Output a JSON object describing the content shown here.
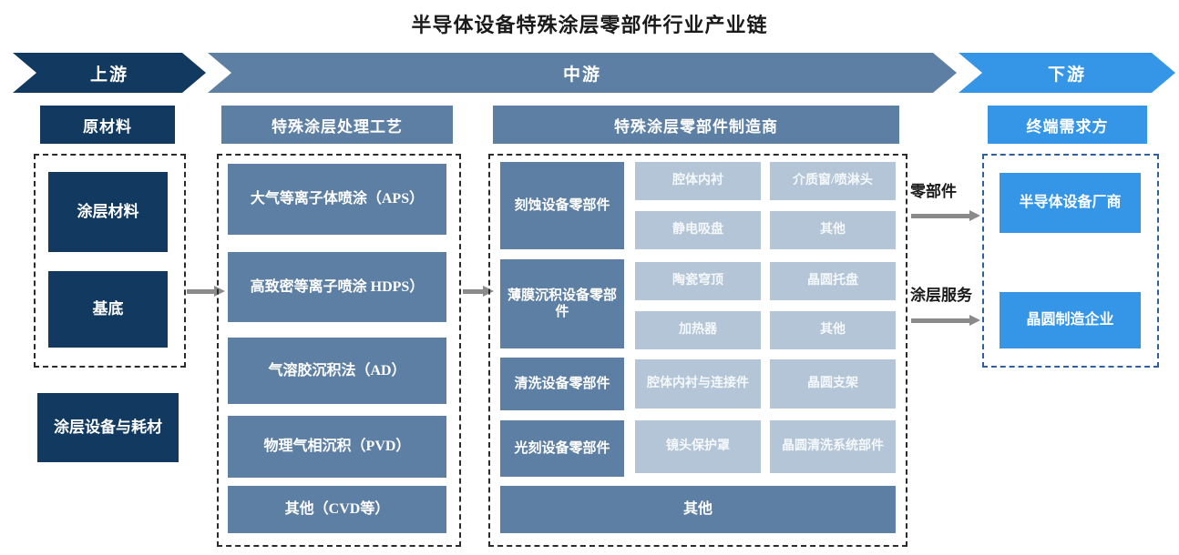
{
  "title": "半导体设备特殊涂层零部件行业产业链",
  "colors": {
    "navy": "#123a60",
    "steel": "#5d7fa3",
    "pale": "#b4c5d7",
    "sky": "#3596e8",
    "arrow_gray": "#8a8a8a",
    "dash_black": "#2b2b2b",
    "dash_blue": "#2f5f9e",
    "background": "#ffffff"
  },
  "bands": [
    {
      "label": "上游",
      "tone": "dark"
    },
    {
      "label": "中游",
      "tone": "mid"
    },
    {
      "label": "下游",
      "tone": "light"
    }
  ],
  "upstream": {
    "header": "原材料",
    "materials": [
      "涂层材料",
      "基底"
    ],
    "equipment": "涂层设备与耗材"
  },
  "process": {
    "header": "特殊涂层处理工艺",
    "items": [
      "大气等离子体喷涂（APS）",
      "高致密等离子喷涂 HDPS）",
      "气溶胶沉积法（AD）",
      "物理气相沉积（PVD）",
      "其他（CVD等）"
    ]
  },
  "manufacturer": {
    "header": "特殊涂层零部件制造商",
    "rows": [
      {
        "category": "刻蚀设备零部件",
        "parts": [
          "腔体内衬",
          "介质窗/喷淋头",
          "静电吸盘",
          "其他"
        ]
      },
      {
        "category": "薄膜沉积设备零部件",
        "parts": [
          "陶瓷穹顶",
          "晶圆托盘",
          "加热器",
          "其他"
        ]
      },
      {
        "category": "清洗设备零部件",
        "parts": [
          "腔体内衬与连接件",
          "晶圆支架"
        ]
      },
      {
        "category": "光刻设备零部件",
        "parts": [
          "镜头保护罩",
          "晶圆清洗系统部件"
        ]
      }
    ],
    "footer": "其他"
  },
  "downstream": {
    "header": "终端需求方",
    "items": [
      "半导体设备厂商",
      "晶圆制造企业"
    ]
  },
  "flows": [
    {
      "label": "零部件"
    },
    {
      "label": "涂层服务"
    }
  ]
}
